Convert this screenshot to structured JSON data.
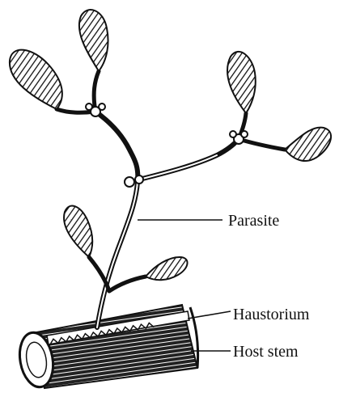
{
  "labels": {
    "parasite": "Parasite",
    "haustorium": "Haustorium",
    "host_stem": "Host stem"
  },
  "colors": {
    "ink": "#111111",
    "paper": "#ffffff"
  }
}
